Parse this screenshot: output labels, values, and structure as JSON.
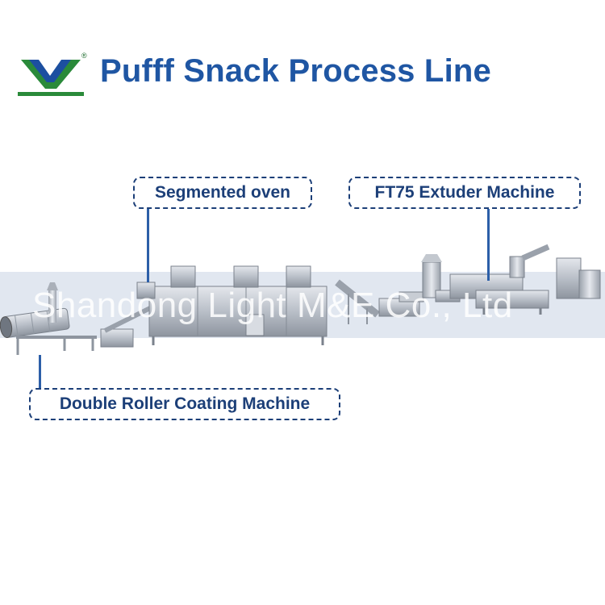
{
  "header": {
    "title": "Pufff Snack Process Line",
    "logo_mark": "registered"
  },
  "watermark": "Shandong Light M&E Co., Ltd",
  "callouts": {
    "oven": "Segmented oven",
    "extruder": "FT75 Extuder Machine",
    "coating": "Double Roller Coating Machine"
  },
  "colors": {
    "title": "#1f56a3",
    "callout_text": "#1c3f78",
    "logo_green": "#2a8a3a",
    "logo_blue": "#1c4fa0",
    "steel": "#c9ced6"
  }
}
